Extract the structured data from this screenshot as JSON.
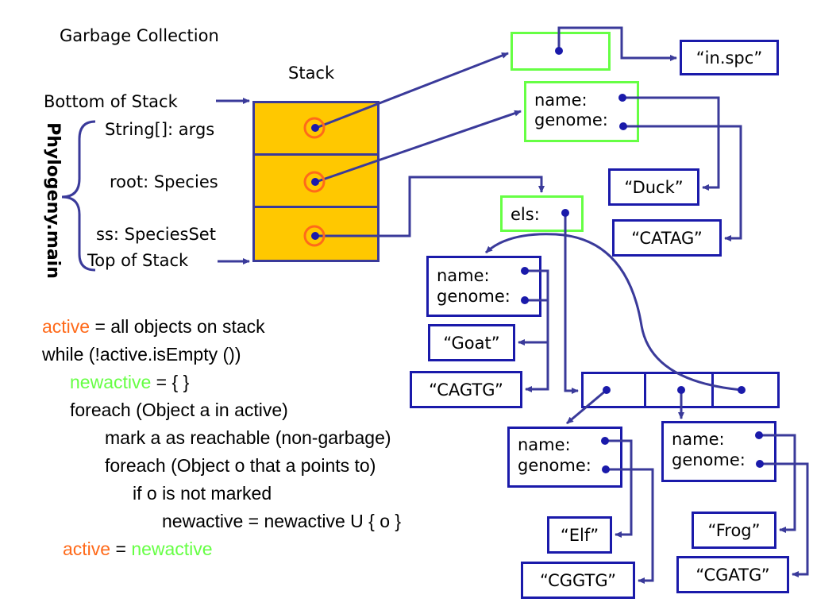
{
  "title": "Garbage Collection",
  "stack": {
    "heading": "Stack",
    "bottom_label": "Bottom of Stack",
    "top_label": "Top of Stack",
    "method_label": "Phylogeny.main",
    "slots": [
      {
        "label": "String[]: args"
      },
      {
        "label": "root: Species"
      },
      {
        "label": "ss: SpeciesSet"
      }
    ]
  },
  "heap": {
    "field_labels": {
      "name": "name:",
      "genome": "genome:",
      "els": "els:"
    },
    "strings": {
      "in_spc": "“in.spc”",
      "duck": "“Duck”",
      "catag": "“CATAG”",
      "goat": "“Goat”",
      "cagtg": "“CAGTG”",
      "elf": "“Elf”",
      "cggtg": "“CGGTG”",
      "frog": "“Frog”",
      "cgatg": "“CGATG”"
    }
  },
  "code": {
    "lines": [
      {
        "parts": [
          {
            "text": "active",
            "style": "orange"
          },
          {
            "text": " = all objects on stack",
            "style": "plain"
          }
        ]
      },
      {
        "parts": [
          {
            "text": "while (!active.isEmpty ())",
            "style": "plain"
          }
        ]
      },
      {
        "parts": [
          {
            "text": "newactive",
            "style": "green"
          },
          {
            "text": " = { }",
            "style": "plain"
          }
        ]
      },
      {
        "parts": [
          {
            "text": "foreach (Object a in active)",
            "style": "plain"
          }
        ]
      },
      {
        "parts": [
          {
            "text": "mark a as reachable (non-garbage)",
            "style": "plain"
          }
        ]
      },
      {
        "parts": [
          {
            "text": "foreach (Object o that a points to)",
            "style": "plain"
          }
        ]
      },
      {
        "parts": [
          {
            "text": "if o is not marked",
            "style": "plain"
          }
        ]
      },
      {
        "parts": [
          {
            "text": "newactive = newactive U { o }",
            "style": "plain"
          }
        ]
      },
      {
        "parts": [
          {
            "text": "active",
            "style": "orange"
          },
          {
            "text": " = ",
            "style": "plain"
          },
          {
            "text": "newactive",
            "style": "green"
          }
        ]
      }
    ]
  },
  "colors": {
    "stack_fill": "#ffc800",
    "pointer": "#3a3a9a",
    "live_object_border": "#66ff44",
    "string_border": "#1a1aaa",
    "root_ring": "#ff6a1a",
    "orange_text": "#ff6a1a",
    "green_text": "#66ff44"
  }
}
